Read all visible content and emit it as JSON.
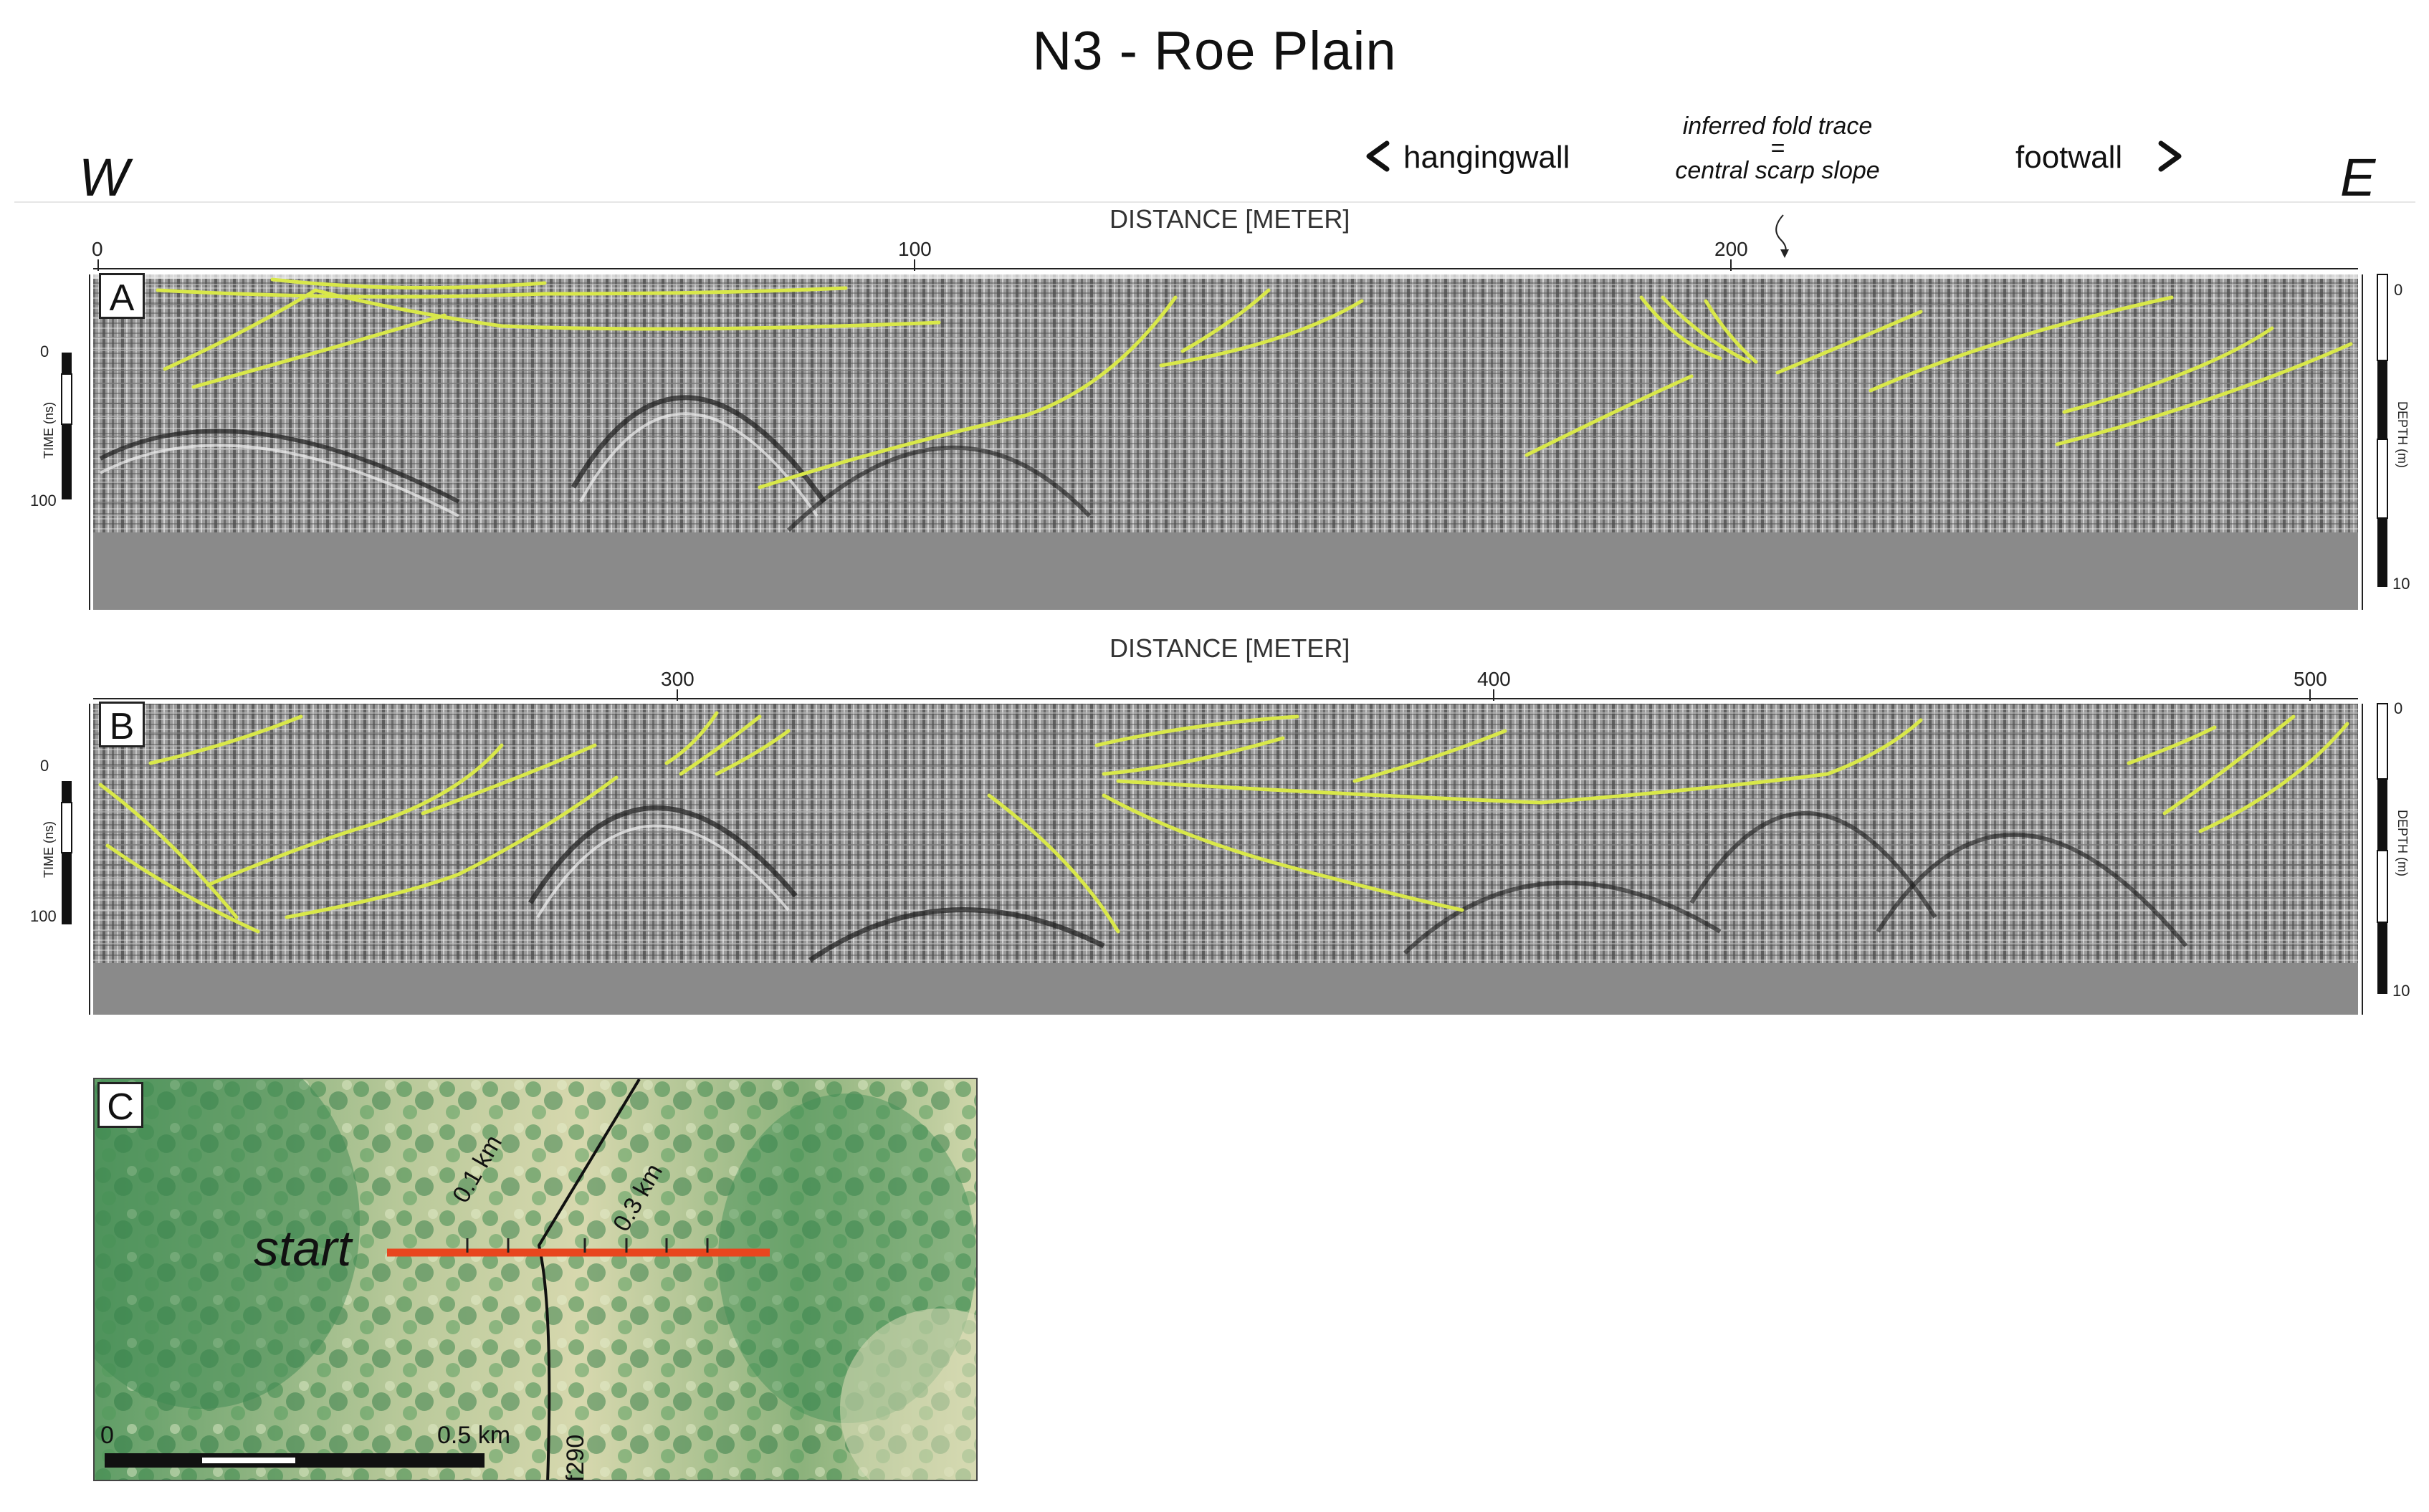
{
  "figure": {
    "title": "N3 - Roe Plain",
    "west": "W",
    "east": "E",
    "hangingwall": "hangingwall",
    "footwall": "footwall",
    "fold_note_line1": "inferred fold trace",
    "fold_note_line2": "=",
    "fold_note_line3": "central scarp slope"
  },
  "panel_a": {
    "letter": "A",
    "axis_title": "DISTANCE [METER]",
    "ticks": [
      "0",
      "100",
      "200"
    ],
    "time_label": "TIME (ns)",
    "time_ticks": [
      "0",
      "100"
    ],
    "depth_label": "DEPTH (m)",
    "depth_ticks": [
      "0",
      "10"
    ]
  },
  "panel_b": {
    "letter": "B",
    "axis_title": "DISTANCE [METER]",
    "ticks": [
      "300",
      "400",
      "500"
    ],
    "time_label": "TIME (ns)",
    "time_ticks": [
      "0",
      "100"
    ],
    "depth_label": "DEPTH (m)",
    "depth_ticks": [
      "0",
      "10"
    ]
  },
  "panel_c": {
    "letter": "C",
    "start": "start",
    "dist1": "0.1 km",
    "dist2": "0.3 km",
    "scale_zero": "0",
    "scale_end": "0.5 km",
    "fault_label": "f290"
  },
  "colors": {
    "interpretation_line": "#d9e84a",
    "profile_line": "#e8461e",
    "fault_trace": "#111111",
    "radargram_base": "#8a8a8a"
  }
}
